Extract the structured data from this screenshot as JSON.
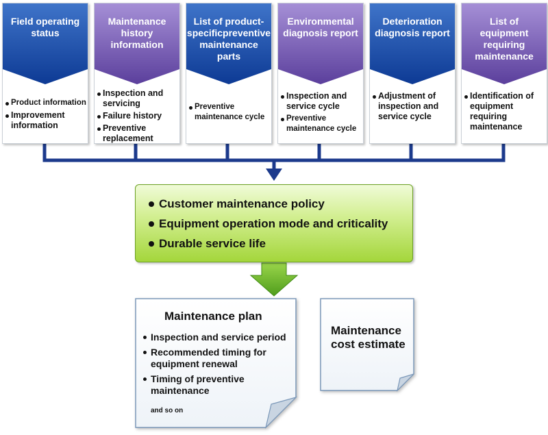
{
  "colors": {
    "blue_top": "#3f74c9",
    "blue_bottom": "#0d3a94",
    "purple_top": "#a58fd6",
    "purple_bottom": "#5b3f9c",
    "connector": "#1c3a8c",
    "arrow_green": "#6fbe2a"
  },
  "cards": [
    {
      "title": "Field operating status",
      "color": "blue",
      "items": [
        {
          "text": "Product information",
          "small": true
        },
        {
          "text": "Improvement information"
        }
      ]
    },
    {
      "title": "Maintenance history information",
      "color": "purple",
      "items": [
        {
          "text": "Inspection and servicing"
        },
        {
          "text": "Failure history"
        },
        {
          "text": "Preventive replacement"
        }
      ]
    },
    {
      "title": "List of product-specificpreventive maintenance parts",
      "color": "blue",
      "items": [
        {
          "text": "Preventive maintenance cycle",
          "small": true
        }
      ]
    },
    {
      "title": "Environmental diagnosis report",
      "color": "purple",
      "items": [
        {
          "text": "Inspection and service cycle"
        },
        {
          "text": "Preventive maintenance cycle",
          "small": true
        }
      ]
    },
    {
      "title": "Deterioration diagnosis report",
      "color": "blue",
      "items": [
        {
          "text": "Adjustment of inspection and service cycle"
        }
      ]
    },
    {
      "title": "List of equipment requiring maintenance",
      "color": "purple",
      "items": [
        {
          "text": "Identification of equipment requiring maintenance"
        }
      ]
    }
  ],
  "policy": {
    "items": [
      "Customer maintenance policy",
      "Equipment operation mode and criticality",
      "Durable service life"
    ]
  },
  "plan": {
    "title": "Maintenance plan",
    "items": [
      "Inspection and service period",
      "Recommended timing for equipment renewal",
      "Timing of preventive maintenance"
    ],
    "footer": "and so on"
  },
  "cost": {
    "title": "Maintenance cost estimate"
  }
}
